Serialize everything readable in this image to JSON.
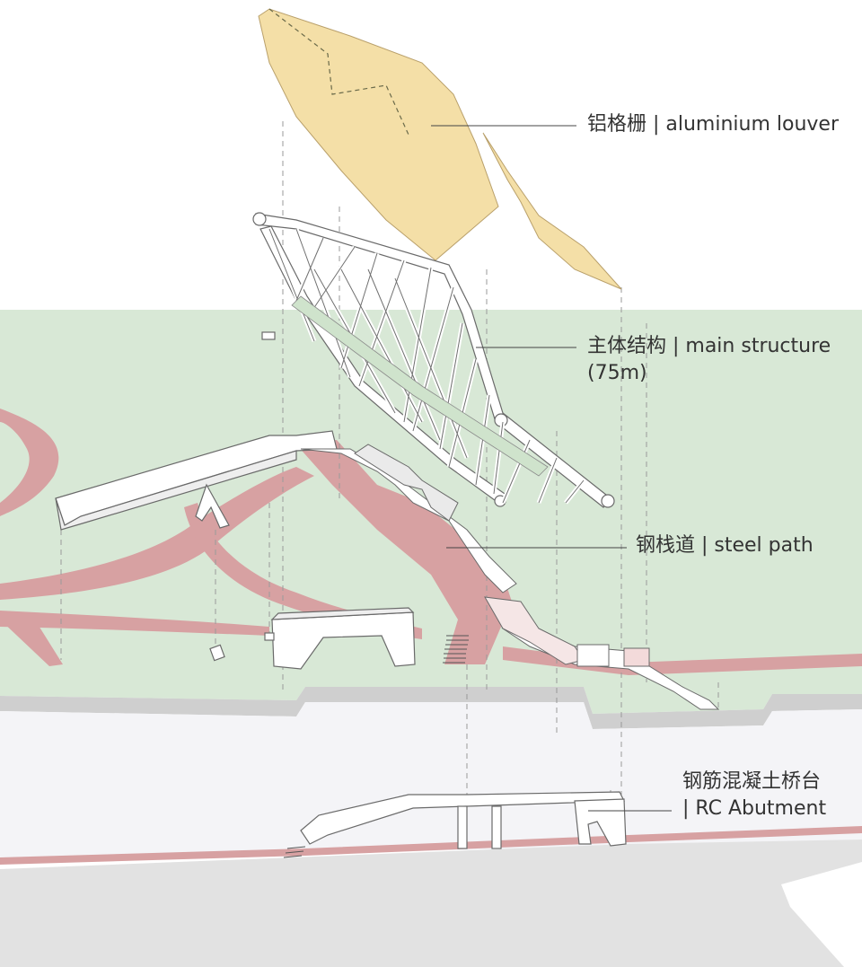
{
  "labels": {
    "louver": "铝格栅 | aluminium louver",
    "main_line1": "主体结构 | main structure",
    "main_line2": "(75m)",
    "steel": "钢栈道 | steel path",
    "abutment_line1": "钢筋混凝土桥台",
    "abutment_line2": "| RC Abutment"
  },
  "colors": {
    "ground_green": "#d8e8d6",
    "path_red": "#d7a1a2",
    "louver_yellow": "#f4dfa7",
    "river_bed": "#f4f4f7",
    "slab_grey": "#dedede",
    "structure_white": "#ffffff",
    "line": "#555555"
  }
}
